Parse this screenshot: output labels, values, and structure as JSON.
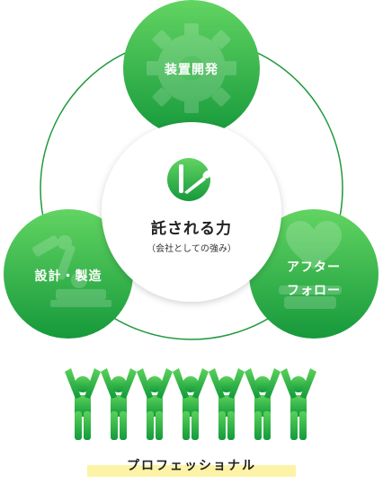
{
  "diagram": {
    "center": {
      "title": "託される力",
      "subtitle": "（会社としての強み）",
      "icon": "brush-logo-icon"
    },
    "nodes": [
      {
        "id": "top",
        "label": "装置開発",
        "icon": "gear-icon"
      },
      {
        "id": "left",
        "label": "設計・製造",
        "icon": "robot-arm-icon"
      },
      {
        "id": "right",
        "label_lines": [
          "アフター",
          "フォロー"
        ],
        "icon": "heart-hand-icon"
      }
    ],
    "bottom": {
      "label": "プロフェッショナル",
      "icon": "people-chain-icon",
      "people_count": 7
    },
    "colors": {
      "green_light": "#5fd15f",
      "green_dark": "#169c3c",
      "ring": "#1f9a3e",
      "highlight": "#fdf3a7"
    }
  }
}
